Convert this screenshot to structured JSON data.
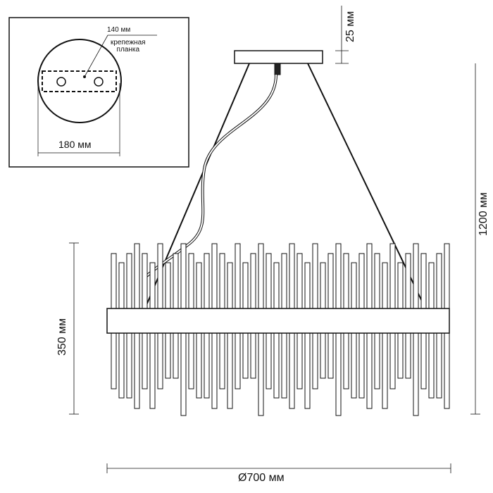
{
  "inset": {
    "plate_label": "140 мм",
    "bracket_label_1": "крепежная",
    "bracket_label_2": "планка",
    "diameter_label": "180 мм"
  },
  "dimensions": {
    "canopy_height": "25 мм",
    "total_height": "1200 мм",
    "body_height": "350 мм",
    "diameter": "Ø700 мм"
  },
  "colors": {
    "line": "#111111",
    "background": "#ffffff"
  }
}
